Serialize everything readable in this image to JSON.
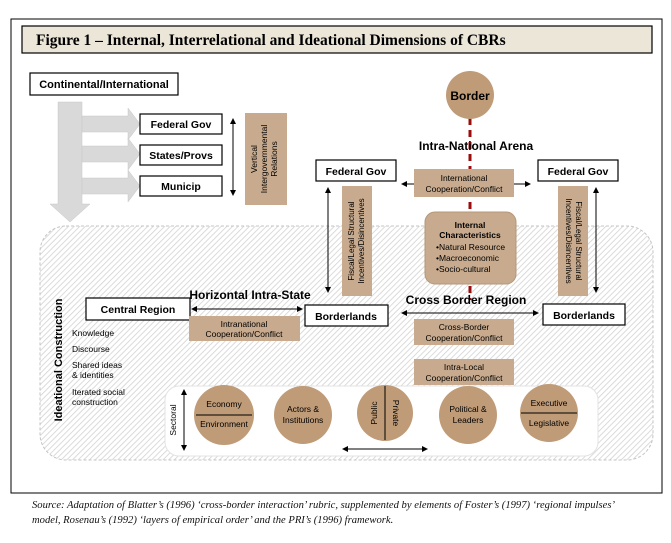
{
  "figure": {
    "title": "Figure 1 – Internal, Interrelational and Ideational Dimensions of CBRs",
    "caption": "Source: Adaptation of Blatter’s (1996) ‘cross-border interaction’ rubric, supplemented by elements of Foster’s (1997) ‘regional impulses’ model, Rosenau’s (1992) ‘layers of empirical order’ and the PRI’s (1996) framework."
  },
  "nodes": {
    "continental": "Continental/International",
    "federal_gov_left": "Federal Gov",
    "states_provs": "States/Provs",
    "municip": "Municip",
    "vertical_relations": [
      "Vertical",
      "Intergovernmental",
      "Relations"
    ],
    "border": "Border",
    "intra_national_arena": "Intra-National Arena",
    "federal_gov_center": "Federal Gov",
    "federal_gov_right": "Federal Gov",
    "international_coop": [
      "International",
      "Cooperation/Conflict"
    ],
    "fiscal_left": [
      "Fiscal/Legal Structural",
      "Incentives/Disincentives"
    ],
    "fiscal_right": [
      "Fiscal/Legal Structural",
      "Incentives/Disincentives"
    ],
    "internal_title": [
      "Internal",
      "Characteristics"
    ],
    "internal_items": [
      "•Natural Resource",
      "•Macroeconomic",
      "•Socio-cultural"
    ],
    "horizontal_intra_state": "Horizontal Intra-State",
    "central_region": "Central Region",
    "borderlands_left": "Borderlands",
    "cross_border_region": "Cross Border Region",
    "borderlands_right": "Borderlands",
    "intranational_coop": [
      "Intranational",
      "Cooperation/Conflict"
    ],
    "crossborder_coop": [
      "Cross-Border",
      "Cooperation/Conflict"
    ],
    "intralocal_coop": [
      "Intra-Local",
      "Cooperation/Conflict"
    ],
    "ideational_construction": "Ideational Construction",
    "ideational_items": [
      "Knowledge",
      "Discourse",
      "Shared ideas",
      "& identities",
      "Iterated social",
      "construction"
    ],
    "sectoral": "Sectoral",
    "economy": "Economy",
    "environment": "Environment",
    "actors": [
      "Actors &",
      "Institutions"
    ],
    "public": "Public",
    "private": "Private",
    "political": [
      "Political &",
      "Leaders"
    ],
    "executive": "Executive",
    "legislative": "Legislative"
  },
  "colors": {
    "tan": "#c8ab8e",
    "circle": "#bf9b78",
    "title_bg": "#ece6d8",
    "border_line": "#9b0c0c",
    "arrow_grey": "#d9d9d9",
    "hatch": "#cfcfcf"
  }
}
